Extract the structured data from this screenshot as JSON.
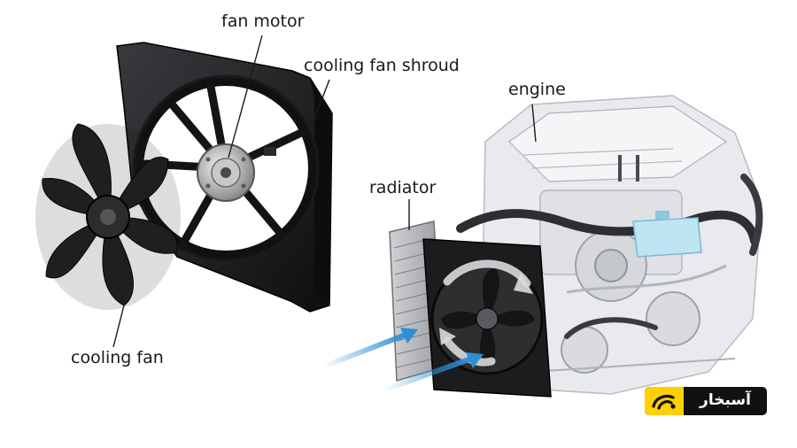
{
  "labels": {
    "fan_motor": "fan motor",
    "cooling_fan_shroud": "cooling fan shroud",
    "engine": "engine",
    "radiator": "radiator",
    "cooling_fan": "cooling fan"
  },
  "watermark": {
    "text": "آسبخار",
    "accent_color": "#ffd000",
    "background_color": "#111111"
  },
  "colors": {
    "part_dark": "#1c1c1e",
    "engine_light": "#e6e7ea",
    "airflow_arrow": "#2f8fd6",
    "coolant_reservoir": "#bfe4f2"
  }
}
